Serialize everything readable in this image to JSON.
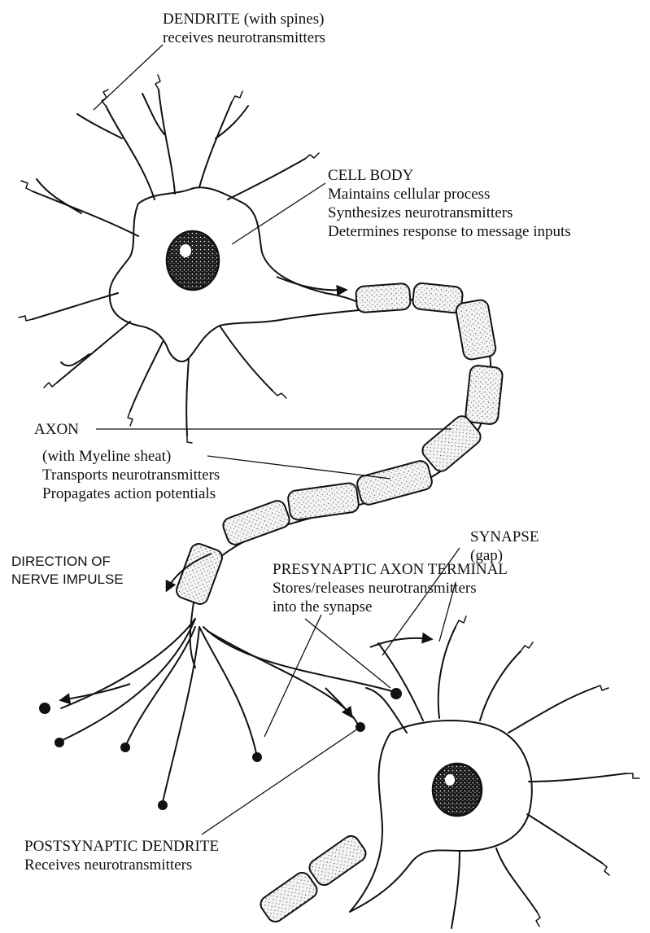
{
  "labels": {
    "dendrite": {
      "title": "DENDRITE (with spines)",
      "line1": "receives neurotransmitters"
    },
    "cell_body": {
      "title": "CELL BODY",
      "line1": "Maintains cellular process",
      "line2": "Synthesizes neurotransmitters",
      "line3": "Determines response to message inputs"
    },
    "axon": {
      "title": "AXON",
      "line1": "(with Myeline sheat)",
      "line2": "Transports neurotransmitters",
      "line3": "Propagates action potentials"
    },
    "direction": {
      "line1": "DIRECTION OF",
      "line2": "NERVE IMPULSE"
    },
    "presynaptic": {
      "title": "PRESYNAPTIC AXON TERMINAL",
      "line1": "Stores/releases neurotransmitters",
      "line2": "into the synapse"
    },
    "synapse": {
      "title": "SYNAPSE",
      "line1": "(gap)"
    },
    "postsynaptic": {
      "title": "POSTSYNAPTIC DENDRITE",
      "line1": "Receives neurotransmitters"
    }
  },
  "colors": {
    "ink": "#111111",
    "myelin_fill": "#f2f2f2",
    "background": "#ffffff"
  }
}
